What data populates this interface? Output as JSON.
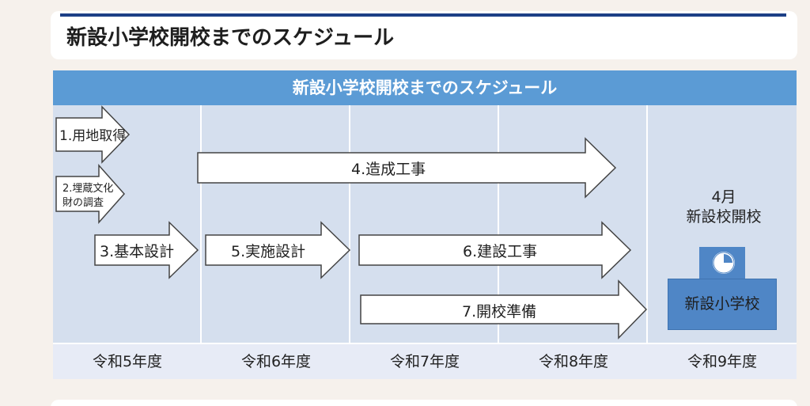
{
  "page": {
    "heading": "新設小学校開校までのスケジュール"
  },
  "schedule": {
    "banner_title": "新設小学校開校までのスケジュール",
    "years": [
      "令和5年度",
      "令和6年度",
      "令和7年度",
      "令和8年度",
      "令和9年度"
    ],
    "tasks": {
      "t1": "1.用地取得",
      "t2_line1": "2.埋蔵文化",
      "t2_line2": "財の調査",
      "t3": "3.基本設計",
      "t4": "4.造成工事",
      "t5": "5.実施設計",
      "t6": "6.建設工事",
      "t7": "7.開校準備"
    },
    "opening": {
      "month": "4月",
      "text": "新設校開校",
      "school": "新設小学校"
    }
  },
  "colors": {
    "banner": "#5b9bd5",
    "background": "#d5dfee",
    "school": "#4f86c6",
    "heading_rule": "#1c3f86"
  },
  "icons": {
    "clock": "clock-icon"
  }
}
